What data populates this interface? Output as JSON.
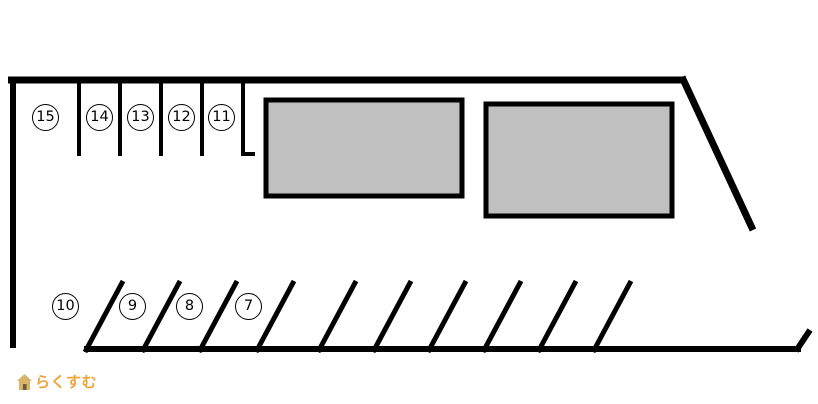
{
  "colors": {
    "bg": "#ffffff",
    "line-color": "#000000",
    "building-fill": "#c0c0c0",
    "logo-color": "#f0a43c",
    "logo-icon-color": "#d9b36a"
  },
  "stalls_top": [
    {
      "label": "15"
    },
    {
      "label": "14"
    },
    {
      "label": "13"
    },
    {
      "label": "12"
    },
    {
      "label": "11"
    }
  ],
  "stalls_bottom": [
    {
      "label": "10"
    },
    {
      "label": "9"
    },
    {
      "label": "8"
    },
    {
      "label": "7"
    }
  ],
  "logo": {
    "text": "らくすむ"
  }
}
